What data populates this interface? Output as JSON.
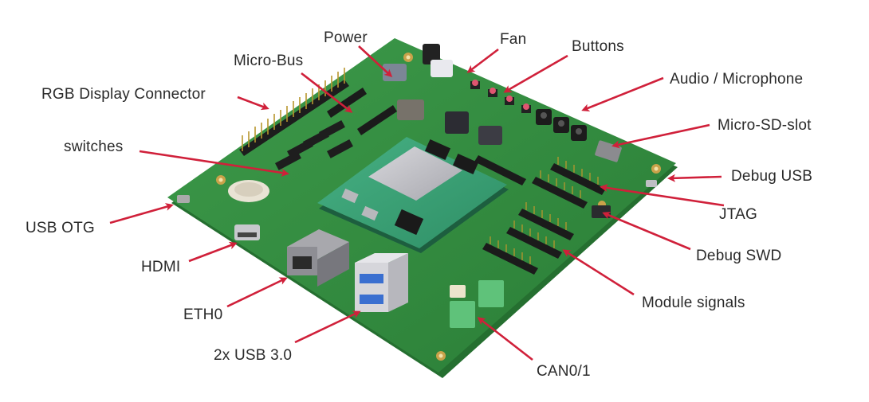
{
  "figure": {
    "type": "annotated-product-photo",
    "subject": "embedded development board (carrier board with compute module)",
    "colors": {
      "background": "#ffffff",
      "board": "#2f8a3c",
      "board_edge": "#3a9a48",
      "module": "#3aa174",
      "arrow": "#d0203a",
      "label_text": "#2a2a2a"
    }
  },
  "labels": [
    {
      "id": "power",
      "text": "Power"
    },
    {
      "id": "micro-bus",
      "text": "Micro-Bus"
    },
    {
      "id": "rgb-display-connector",
      "text": "RGB Display Connector"
    },
    {
      "id": "switches",
      "text": "switches"
    },
    {
      "id": "usb-otg",
      "text": "USB OTG"
    },
    {
      "id": "hdmi",
      "text": "HDMI"
    },
    {
      "id": "eth0",
      "text": "ETH0"
    },
    {
      "id": "usb3",
      "text": "2x USB 3.0"
    },
    {
      "id": "fan",
      "text": "Fan"
    },
    {
      "id": "buttons",
      "text": "Buttons"
    },
    {
      "id": "audio-microphone",
      "text": "Audio / Microphone"
    },
    {
      "id": "micro-sd-slot",
      "text": "Micro-SD-slot"
    },
    {
      "id": "debug-usb",
      "text": "Debug USB"
    },
    {
      "id": "jtag",
      "text": "JTAG"
    },
    {
      "id": "debug-swd",
      "text": "Debug SWD"
    },
    {
      "id": "module-signals",
      "text": "Module signals"
    },
    {
      "id": "can01",
      "text": "CAN0/1"
    }
  ]
}
